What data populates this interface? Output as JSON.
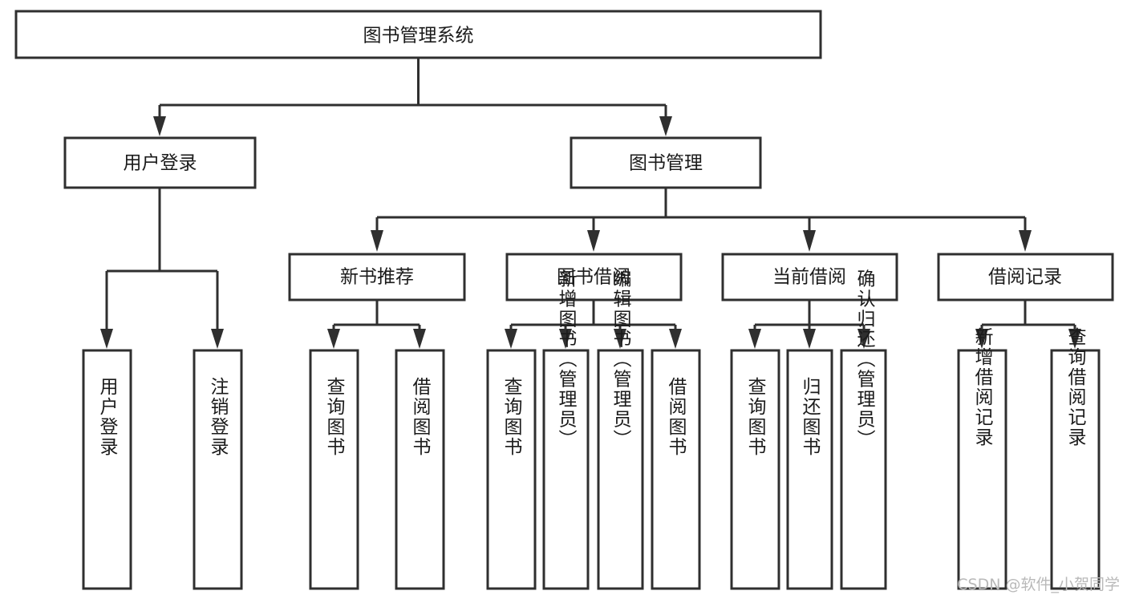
{
  "diagram": {
    "type": "tree",
    "title": "图书管理系统",
    "orientation": "top-down",
    "background_color": "#ffffff",
    "box_fill": "#ffffff",
    "box_stroke": "#2f2f2f",
    "text_color": "#1b1b1b",
    "root": {
      "label": "图书管理系统"
    },
    "level2": [
      {
        "label": "用户登录"
      },
      {
        "label": "图书管理"
      }
    ],
    "level3": [
      {
        "label": "新书推荐"
      },
      {
        "label": "图书借阅"
      },
      {
        "label": "当前借阅"
      },
      {
        "label": "借阅记录"
      }
    ],
    "leaves_user_login": [
      {
        "label": "用户登录"
      },
      {
        "label": "注销登录"
      }
    ],
    "leaves_new_book": [
      {
        "label": "查询图书"
      },
      {
        "label": "借阅图书"
      }
    ],
    "leaves_borrow": [
      {
        "label": "查询图书"
      },
      {
        "label": "新增图书（管理员）"
      },
      {
        "label": "编辑图书（管理员）"
      },
      {
        "label": "借阅图书"
      }
    ],
    "leaves_current": [
      {
        "label": "查询图书"
      },
      {
        "label": "归还图书"
      },
      {
        "label": "确认归还（管理员）"
      }
    ],
    "leaves_records": [
      {
        "label": "新增借阅记录"
      },
      {
        "label": "查询借阅记录"
      }
    ]
  },
  "watermark": {
    "text": "CSDN @软件_小贺同学",
    "color": "#b9b9b9"
  }
}
